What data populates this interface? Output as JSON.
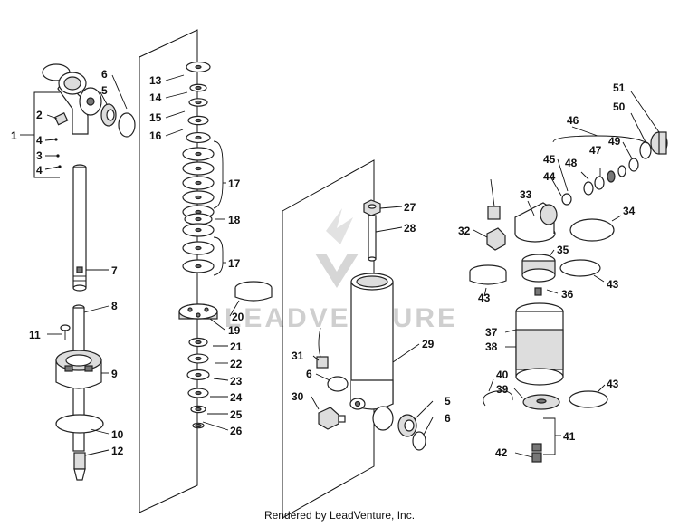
{
  "diagram": {
    "watermark_text": "LEADVENTURE",
    "footer_text": "Rendered by LeadVenture, Inc.",
    "callouts": [
      {
        "id": "c1",
        "text": "1"
      },
      {
        "id": "c2",
        "text": "2"
      },
      {
        "id": "c3",
        "text": "3"
      },
      {
        "id": "c4a",
        "text": "4"
      },
      {
        "id": "c4b",
        "text": "4"
      },
      {
        "id": "c5a",
        "text": "5"
      },
      {
        "id": "c5b",
        "text": "5"
      },
      {
        "id": "c6a",
        "text": "6"
      },
      {
        "id": "c6b",
        "text": "6"
      },
      {
        "id": "c6c",
        "text": "6"
      },
      {
        "id": "c7",
        "text": "7"
      },
      {
        "id": "c8",
        "text": "8"
      },
      {
        "id": "c9",
        "text": "9"
      },
      {
        "id": "c10",
        "text": "10"
      },
      {
        "id": "c11",
        "text": "11"
      },
      {
        "id": "c12",
        "text": "12"
      },
      {
        "id": "c13",
        "text": "13"
      },
      {
        "id": "c14",
        "text": "14"
      },
      {
        "id": "c15",
        "text": "15"
      },
      {
        "id": "c16",
        "text": "16"
      },
      {
        "id": "c17a",
        "text": "17"
      },
      {
        "id": "c17b",
        "text": "17"
      },
      {
        "id": "c18",
        "text": "18"
      },
      {
        "id": "c19",
        "text": "19"
      },
      {
        "id": "c20",
        "text": "20"
      },
      {
        "id": "c21",
        "text": "21"
      },
      {
        "id": "c22",
        "text": "22"
      },
      {
        "id": "c23",
        "text": "23"
      },
      {
        "id": "c24",
        "text": "24"
      },
      {
        "id": "c25",
        "text": "25"
      },
      {
        "id": "c26",
        "text": "26"
      },
      {
        "id": "c27",
        "text": "27"
      },
      {
        "id": "c28",
        "text": "28"
      },
      {
        "id": "c29",
        "text": "29"
      },
      {
        "id": "c30",
        "text": "30"
      },
      {
        "id": "c31",
        "text": "31"
      },
      {
        "id": "c32",
        "text": "32"
      },
      {
        "id": "c33",
        "text": "33"
      },
      {
        "id": "c34",
        "text": "34"
      },
      {
        "id": "c35",
        "text": "35"
      },
      {
        "id": "c36",
        "text": "36"
      },
      {
        "id": "c37",
        "text": "37"
      },
      {
        "id": "c38",
        "text": "38"
      },
      {
        "id": "c39",
        "text": "39"
      },
      {
        "id": "c40",
        "text": "40"
      },
      {
        "id": "c41",
        "text": "41"
      },
      {
        "id": "c42",
        "text": "42"
      },
      {
        "id": "c43a",
        "text": "43"
      },
      {
        "id": "c43b",
        "text": "43"
      },
      {
        "id": "c43c",
        "text": "43"
      },
      {
        "id": "c44",
        "text": "44"
      },
      {
        "id": "c45",
        "text": "45"
      },
      {
        "id": "c46",
        "text": "46"
      },
      {
        "id": "c47",
        "text": "47"
      },
      {
        "id": "c48",
        "text": "48"
      },
      {
        "id": "c49",
        "text": "49"
      },
      {
        "id": "c50",
        "text": "50"
      },
      {
        "id": "c51",
        "text": "51"
      }
    ]
  }
}
